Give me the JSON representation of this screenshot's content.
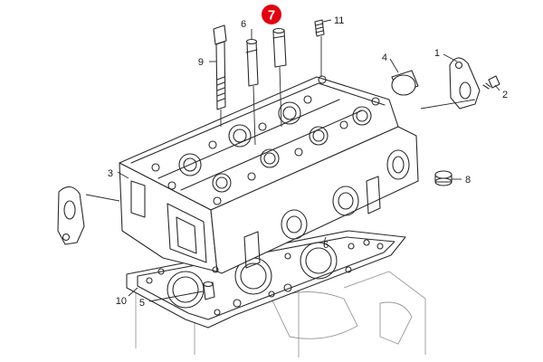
{
  "diagram": {
    "highlight_color": "#e3000f",
    "callouts": [
      {
        "id": "c1",
        "label": "1"
      },
      {
        "id": "c2",
        "label": "2"
      },
      {
        "id": "c3",
        "label": "3"
      },
      {
        "id": "c4",
        "label": "4"
      },
      {
        "id": "c5",
        "label": "5"
      },
      {
        "id": "c6",
        "label": "6"
      },
      {
        "id": "c7",
        "label": "7",
        "highlighted": true
      },
      {
        "id": "c8",
        "label": "8"
      },
      {
        "id": "c9",
        "label": "9"
      },
      {
        "id": "c10",
        "label": "10"
      },
      {
        "id": "c11",
        "label": "11"
      }
    ]
  }
}
